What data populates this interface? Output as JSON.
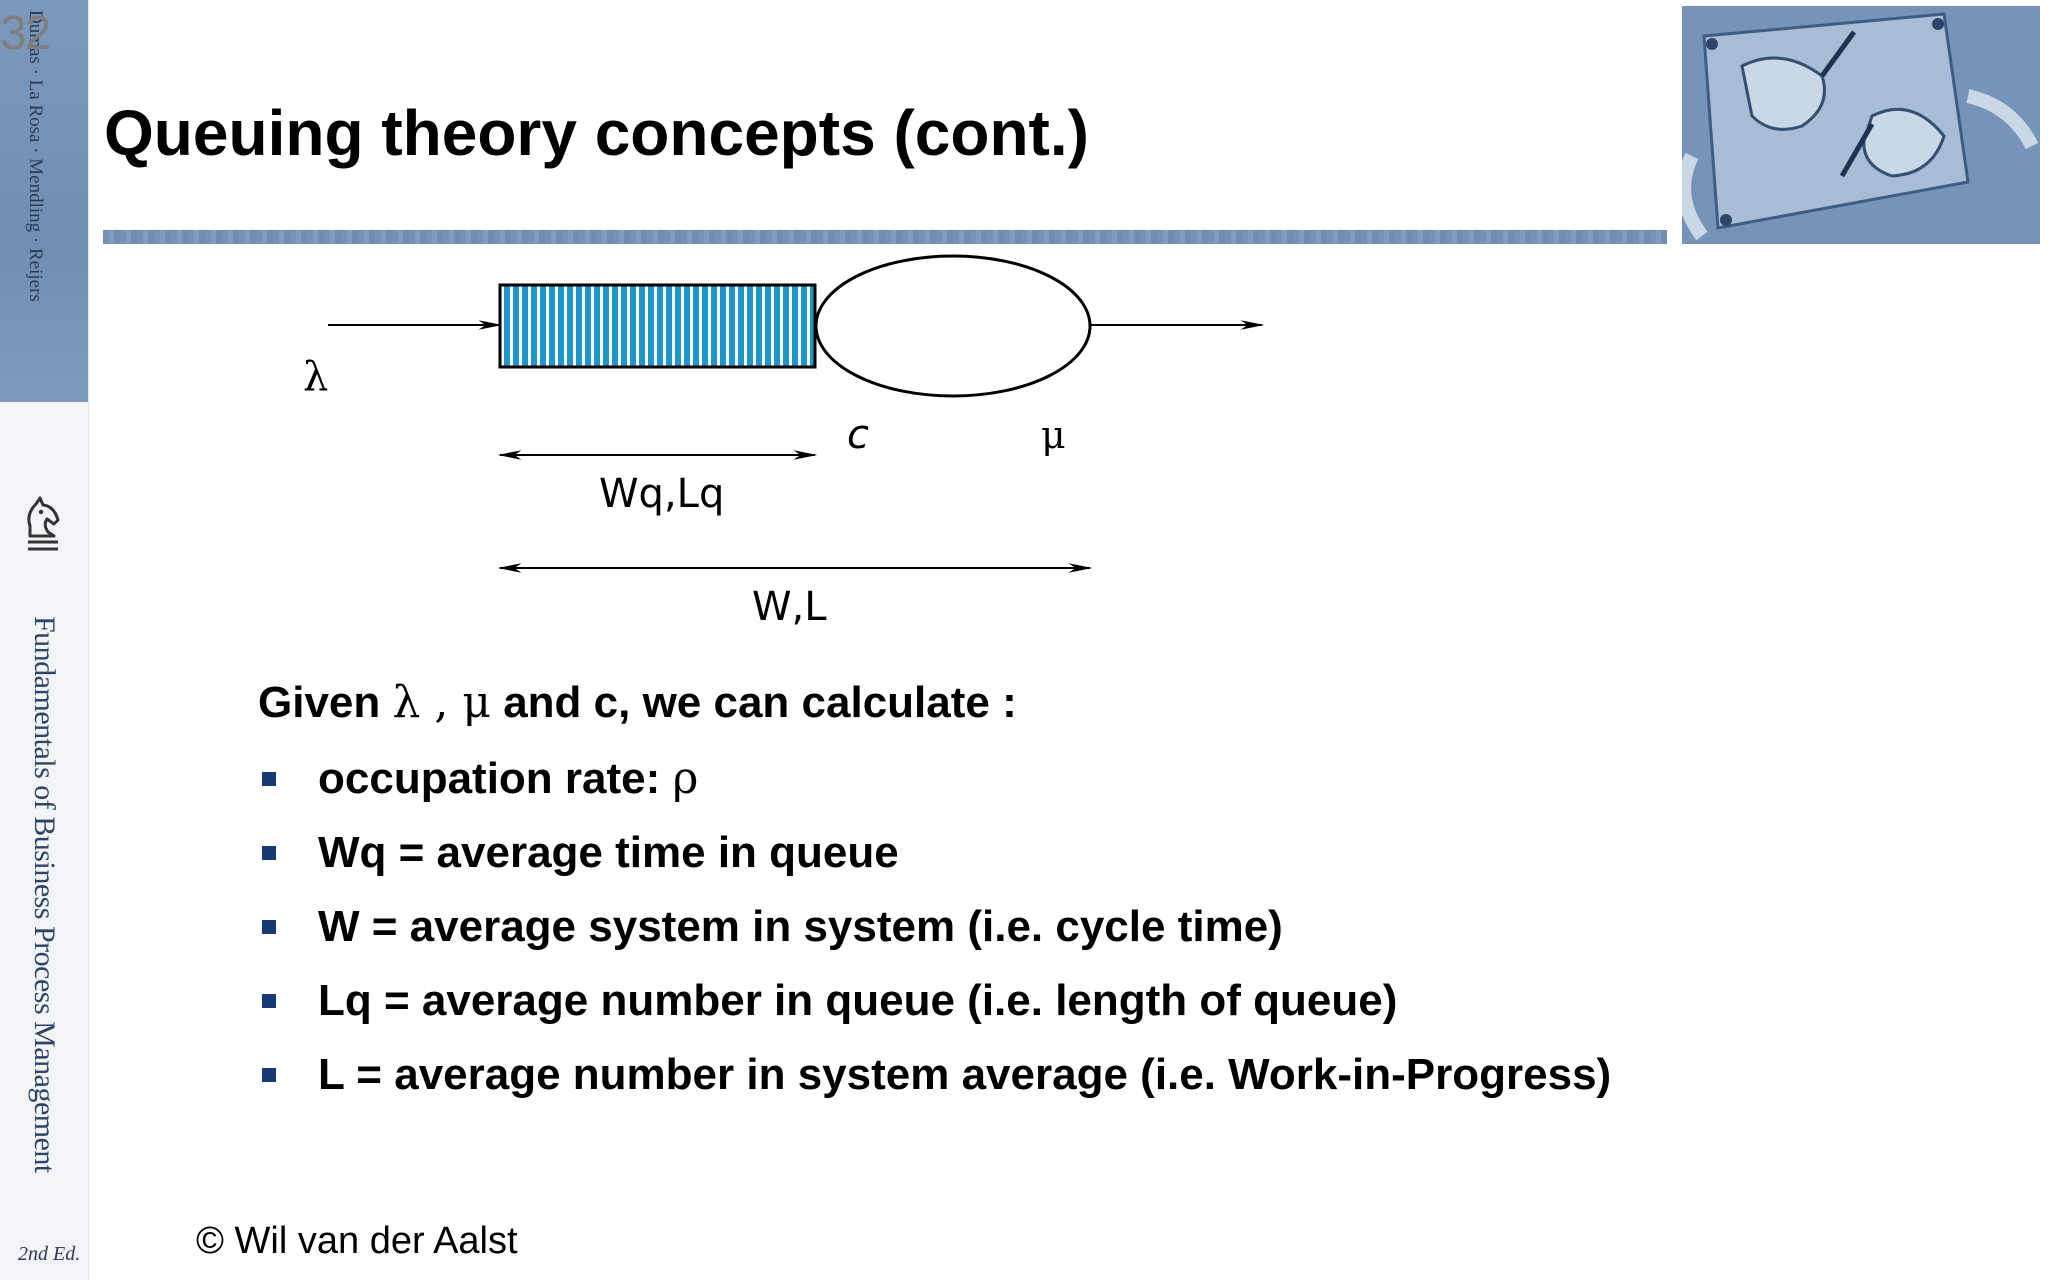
{
  "slide": {
    "number": "32",
    "title": "Queuing theory concepts (cont.)",
    "copyright": "© Wil van der Aalst"
  },
  "sidebar": {
    "authors": "Dumas · La Rosa · Mendling · Reijers",
    "book_title": "Fundamentals of Business Process Management",
    "edition": "2nd Ed."
  },
  "diagram": {
    "arrival_rate_label": "λ",
    "servers_label": "c",
    "service_rate_label": "μ",
    "queue_span_label": "Wq,Lq",
    "system_span_label": "W,L"
  },
  "content": {
    "intro_prefix": "Given ",
    "intro_lambda": "λ",
    "intro_sep": " , ",
    "intro_mu": "μ",
    "intro_suffix": " and c, we can calculate :",
    "bullet_1_prefix": "occupation rate: ",
    "bullet_1_rho": "ρ",
    "bullets": [
      "Wq = average time in queue",
      "W = average system in system (i.e. cycle time)",
      "Lq = average number in queue (i.e. length of queue)",
      "L = average number in system average (i.e. Work-in-Progress)"
    ]
  },
  "colors": {
    "queue_stripe": "#1f97cc",
    "bullet": "#163a78",
    "header_bar": "#7592b4"
  }
}
